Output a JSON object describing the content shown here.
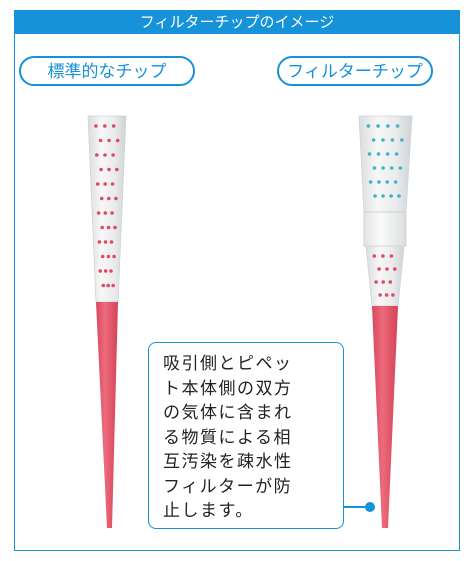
{
  "header": {
    "title": "フィルターチップのイメージ"
  },
  "labels": {
    "standard_tip": "標準的なチップ",
    "filter_tip": "フィルターチップ"
  },
  "callout": {
    "lines": [
      "吸引側とピペッ",
      "ト本体側の双方",
      "の気体に含まれ",
      "る物質による相",
      "互汚染を疎水性",
      "フィルターが防",
      "止します。"
    ]
  },
  "colors": {
    "accent": "#1592d8",
    "tip_body": "#e85a6e",
    "contaminant_dots": "#e04a64",
    "sample_dots": "#3fb6c8"
  }
}
